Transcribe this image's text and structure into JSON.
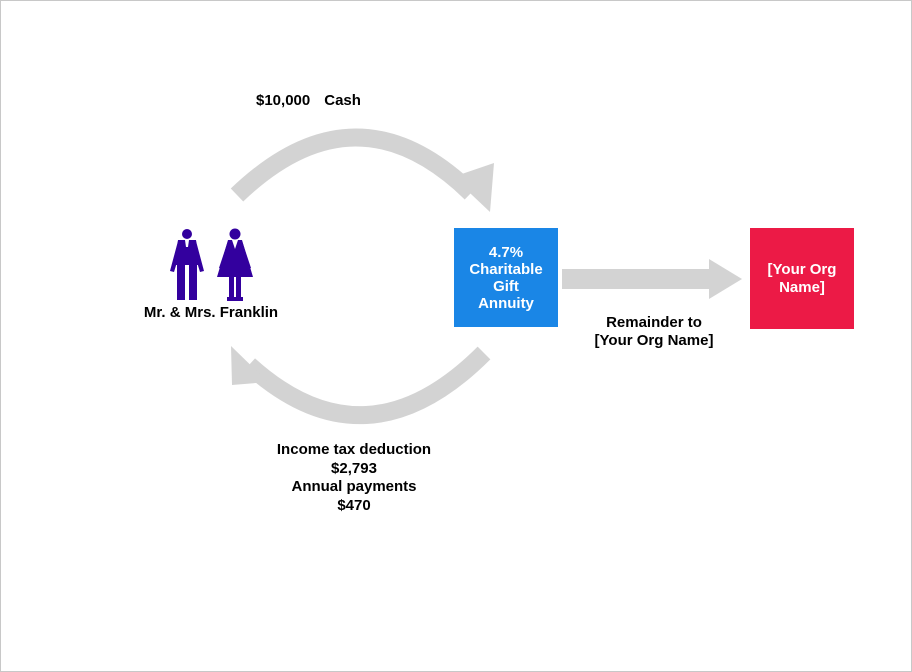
{
  "gift": {
    "amount": "$10,000",
    "type": "Cash"
  },
  "donors": {
    "name": "Mr. & Mrs. Franklin",
    "icon": "couple-figures-icon",
    "color": "#33009e"
  },
  "annuity": {
    "label": "4.7%\nCharitable\nGift\nAnnuity",
    "color": "#1a86e6"
  },
  "organization": {
    "label": "[Your Org\nName]",
    "color": "#ec1a46"
  },
  "remainder": {
    "label": "Remainder to\n[Your Org Name]"
  },
  "benefits": {
    "deduction_label": "Income tax deduction",
    "deduction_value": "$2,793",
    "payments_label": "Annual payments",
    "payments_value": "$470"
  },
  "arrow_color": "#d3d3d3"
}
